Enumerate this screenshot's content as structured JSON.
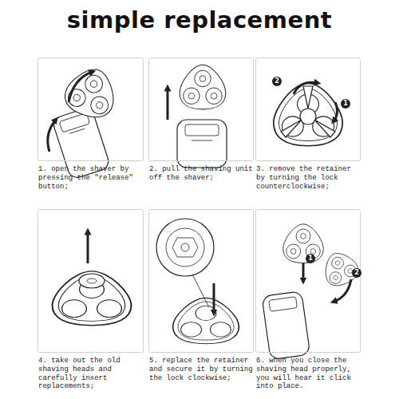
{
  "diagram": {
    "title": "simple replacement",
    "nodes": [
      {
        "text": [
          "1. open the shaver by pressing the \"release\" button;"
        ]
      },
      {
        "text": [
          "2. pull the shaving unit off the shaver;"
        ]
      },
      {
        "text": [
          "3. remove the retainer by turning the lock counterclockwise;"
        ]
      },
      {
        "text": [
          "4. take out the old shaving heads and carefully insert replacements;"
        ]
      },
      {
        "text": [
          "5. replace the retainer and secure it by turning the lock clockwise;"
        ]
      },
      {
        "text": [
          "6. when you close the shaving head properly, you will hear it click into place."
        ]
      }
    ],
    "labels": [
      "2",
      "1",
      "1",
      "2"
    ]
  }
}
